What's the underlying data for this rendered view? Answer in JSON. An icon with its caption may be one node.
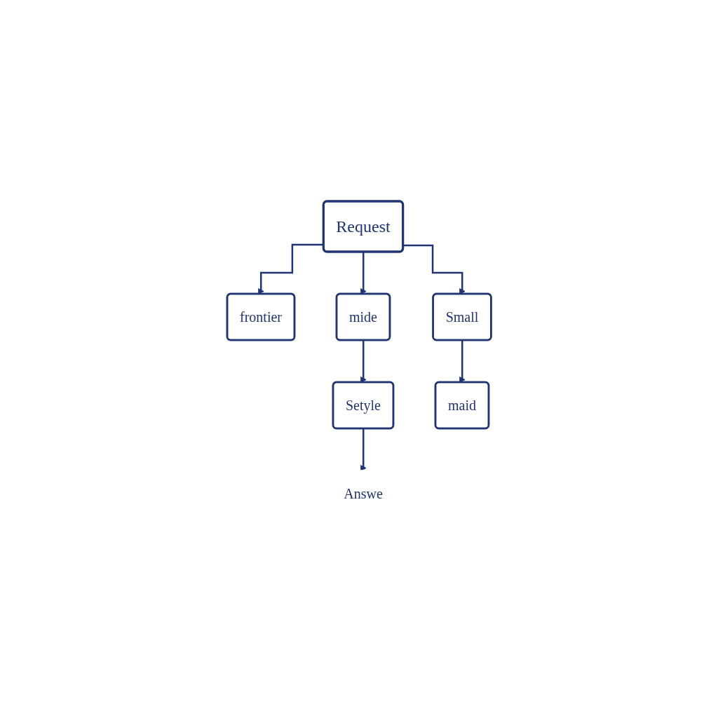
{
  "diagram": {
    "nodes": [
      {
        "text": [
          "Request"
        ]
      },
      {
        "text": [
          "frontier"
        ]
      },
      {
        "text": [
          "mide"
        ]
      },
      {
        "text": [
          "Small"
        ]
      },
      {
        "text": [
          "Setyle"
        ]
      },
      {
        "text": [
          "maid"
        ]
      },
      {
        "text": [
          "Answe"
        ]
      }
    ],
    "edges": [
      {
        "from": 0,
        "to": 1,
        "arrow": "to"
      },
      {
        "from": 0,
        "to": 2,
        "arrow": "to"
      },
      {
        "from": 0,
        "to": 3,
        "arrow": "to"
      },
      {
        "from": 2,
        "to": 4,
        "arrow": "to"
      },
      {
        "from": 3,
        "to": 5,
        "arrow": "to"
      },
      {
        "from": 4,
        "to": 6,
        "arrow": "to"
      }
    ]
  }
}
